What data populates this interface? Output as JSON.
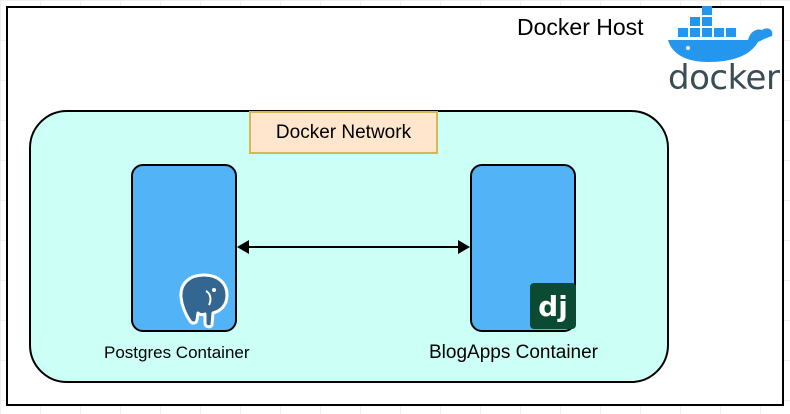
{
  "host": {
    "title": "Docker Host",
    "logo_text": "docker"
  },
  "network": {
    "label": "Docker Network"
  },
  "containers": [
    {
      "label": "Postgres Container",
      "icon": "postgresql-elephant-icon"
    },
    {
      "label": "BlogApps Container",
      "icon": "django-icon",
      "icon_text": "dj"
    }
  ],
  "connection": {
    "type": "bidirectional-arrow"
  },
  "colors": {
    "network_fill": "#ccfff6",
    "label_fill": "#ffe6cc",
    "label_border": "#d6b656",
    "container_fill": "#52b4f7",
    "docker_blue": "#2496ed",
    "postgres_blue": "#336791",
    "django_green": "#0c4b33"
  }
}
